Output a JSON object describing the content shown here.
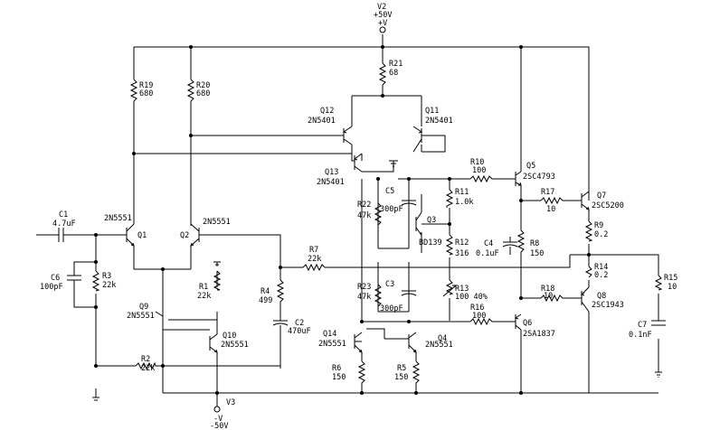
{
  "supply": {
    "top_name": "V2",
    "top_value": "+50V",
    "top_symbol": "+V",
    "bottom_name": "V3",
    "bottom_value": "-50V",
    "bottom_symbol": "-V"
  },
  "resistors": {
    "r1": {
      "name": "R1",
      "value": "22k"
    },
    "r2": {
      "name": "R2",
      "value": "22k"
    },
    "r3": {
      "name": "R3",
      "value": "22k"
    },
    "r4": {
      "name": "R4",
      "value": "499"
    },
    "r5": {
      "name": "R5",
      "value": "150"
    },
    "r6": {
      "name": "R6",
      "value": "150"
    },
    "r7": {
      "name": "R7",
      "value": "22k"
    },
    "r8": {
      "name": "R8",
      "value": "150"
    },
    "r9": {
      "name": "R9",
      "value": "0.2"
    },
    "r10": {
      "name": "R10",
      "value": "100"
    },
    "r11": {
      "name": "R11",
      "value": "1.0k"
    },
    "r12": {
      "name": "R12",
      "value": "316"
    },
    "r13": {
      "name": "R13",
      "value": "100 40%"
    },
    "r14": {
      "name": "R14",
      "value": "0.2"
    },
    "r15": {
      "name": "R15",
      "value": "10"
    },
    "r16": {
      "name": "R16",
      "value": "100"
    },
    "r17": {
      "name": "R17",
      "value": "10"
    },
    "r18": {
      "name": "R18",
      "value": "10"
    },
    "r19": {
      "name": "R19",
      "value": "680"
    },
    "r20": {
      "name": "R20",
      "value": "680"
    },
    "r21": {
      "name": "R21",
      "value": "68"
    },
    "r22": {
      "name": "R22",
      "value": "47k"
    },
    "r23": {
      "name": "R23",
      "value": "47k"
    }
  },
  "capacitors": {
    "c1": {
      "name": "C1",
      "value": "4.7uF"
    },
    "c2": {
      "name": "C2",
      "value": "470uF"
    },
    "c3": {
      "name": "C3",
      "value": "300pF"
    },
    "c4": {
      "name": "C4",
      "value": "0.1uF"
    },
    "c5": {
      "name": "C5",
      "value": "300pF"
    },
    "c6": {
      "name": "C6",
      "value": "100pF"
    },
    "c7": {
      "name": "C7",
      "value": "0.1nF"
    }
  },
  "transistors": {
    "q1": {
      "name": "Q1",
      "part": "2N5551"
    },
    "q2": {
      "name": "Q2",
      "part": "2N5551"
    },
    "q3": {
      "name": "Q3",
      "part": "BD139"
    },
    "q4": {
      "name": "Q4",
      "part": "2N5551"
    },
    "q5": {
      "name": "Q5",
      "part": "2SC4793"
    },
    "q6": {
      "name": "Q6",
      "part": "2SA1837"
    },
    "q7": {
      "name": "Q7",
      "part": "2SC5200"
    },
    "q8": {
      "name": "Q8",
      "part": "2SC1943"
    },
    "q9": {
      "name": "Q9",
      "part": "2N5551"
    },
    "q10": {
      "name": "Q10",
      "part": "2N5551"
    },
    "q11": {
      "name": "Q11",
      "part": "2N5401"
    },
    "q12": {
      "name": "Q12",
      "part": "2N5401"
    },
    "q13": {
      "name": "Q13",
      "part": "2N5401"
    },
    "q14": {
      "name": "Q14",
      "part": "2N5551"
    }
  }
}
